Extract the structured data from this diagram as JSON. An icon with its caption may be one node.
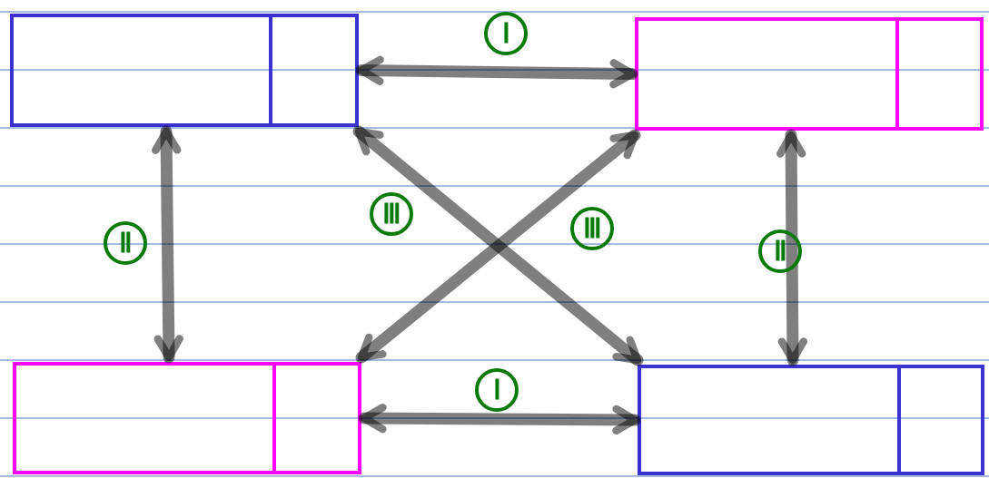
{
  "diagram": {
    "nodes": [
      {
        "text": [],
        "shape": "box"
      },
      {
        "text": [],
        "shape": "box"
      },
      {
        "text": [],
        "shape": "box"
      },
      {
        "text": [],
        "shape": "box"
      }
    ],
    "edges": [
      {
        "from": 0,
        "to": 1,
        "arrow": "both",
        "label": "Ⅰ"
      },
      {
        "from": 2,
        "to": 3,
        "arrow": "both",
        "label": "Ⅰ"
      },
      {
        "from": 0,
        "to": 2,
        "arrow": "both",
        "label": "Ⅱ"
      },
      {
        "from": 1,
        "to": 3,
        "arrow": "both",
        "label": "Ⅱ"
      },
      {
        "from": 0,
        "to": 3,
        "arrow": "both",
        "label": "Ⅲ"
      },
      {
        "from": 1,
        "to": 2,
        "arrow": "both",
        "label": "Ⅲ"
      }
    ]
  }
}
